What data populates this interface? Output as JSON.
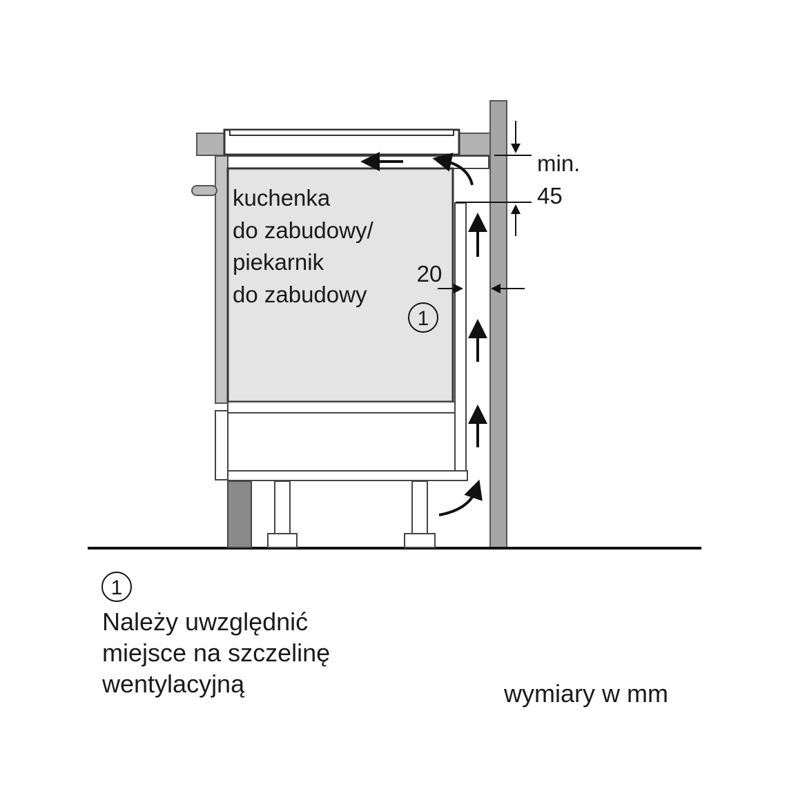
{
  "diagram": {
    "appliance_label": [
      "kuchenka",
      "do zabudowy/",
      "piekarnik",
      "do zabudowy"
    ],
    "marker": "1",
    "dimensions": {
      "gap_top_label": [
        "min.",
        "45"
      ],
      "gap_side_label": "20"
    }
  },
  "legend": {
    "marker": "1",
    "note_lines": [
      "Należy uwzględnić",
      "miejsce na szczelinę",
      "wentylacyjną"
    ]
  },
  "units_note": "wymiary w mm"
}
